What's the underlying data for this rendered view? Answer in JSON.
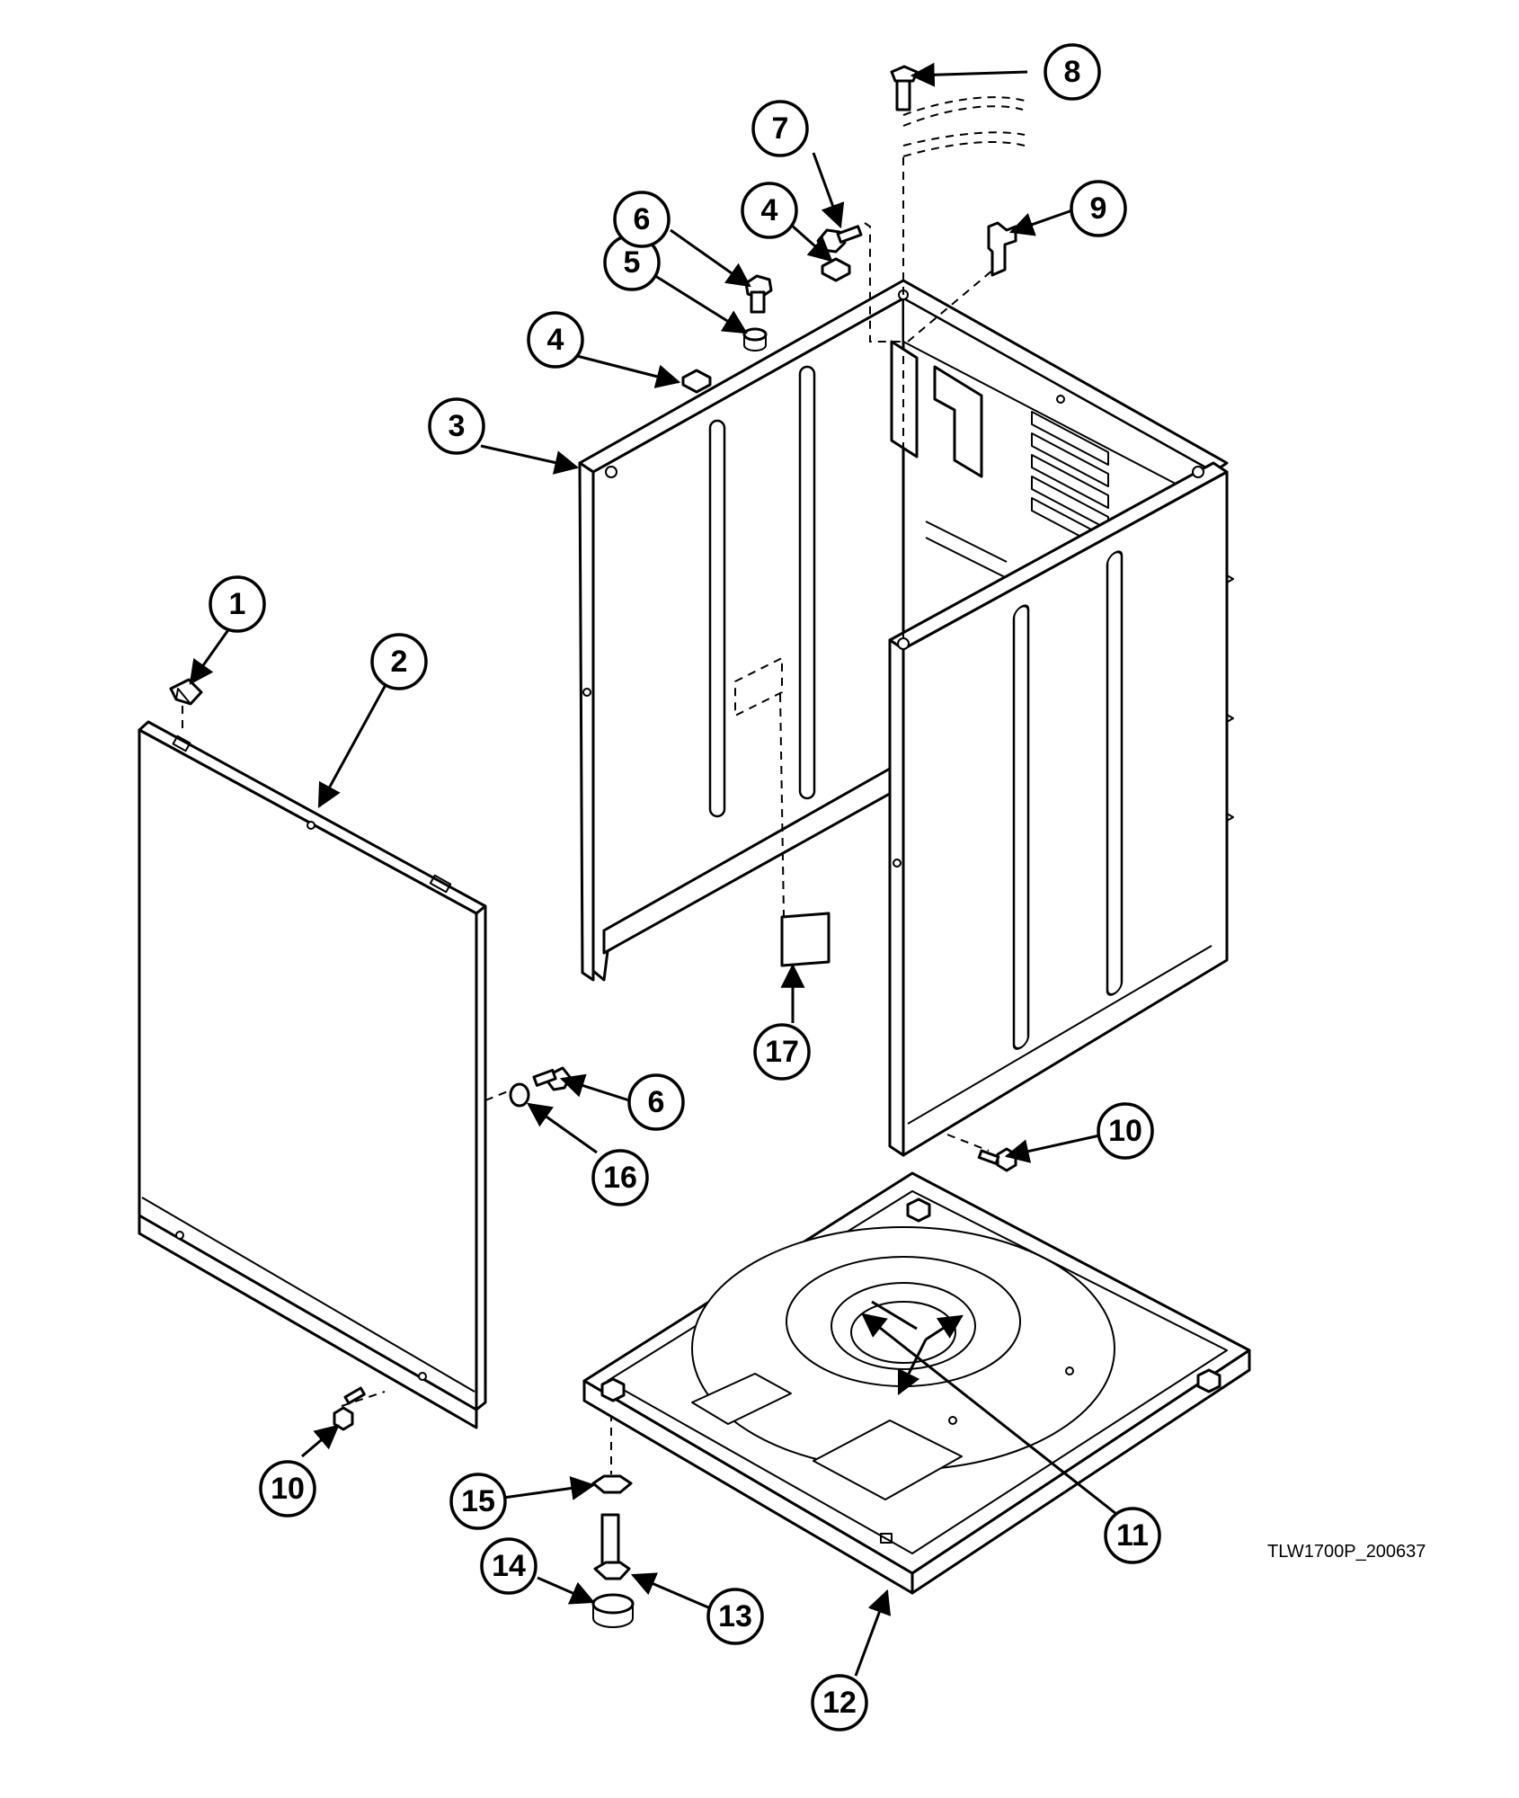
{
  "diagram": {
    "drawing_code": "TLW1700P_200637",
    "callouts": [
      {
        "id": "c1",
        "label": "1"
      },
      {
        "id": "c2",
        "label": "2"
      },
      {
        "id": "c3",
        "label": "3"
      },
      {
        "id": "c4a",
        "label": "4"
      },
      {
        "id": "c4b",
        "label": "4"
      },
      {
        "id": "c5",
        "label": "5"
      },
      {
        "id": "c6a",
        "label": "6"
      },
      {
        "id": "c6b",
        "label": "6"
      },
      {
        "id": "c7",
        "label": "7"
      },
      {
        "id": "c8",
        "label": "8"
      },
      {
        "id": "c9",
        "label": "9"
      },
      {
        "id": "c10a",
        "label": "10"
      },
      {
        "id": "c10b",
        "label": "10"
      },
      {
        "id": "c11",
        "label": "11"
      },
      {
        "id": "c12",
        "label": "12"
      },
      {
        "id": "c13",
        "label": "13"
      },
      {
        "id": "c14",
        "label": "14"
      },
      {
        "id": "c15",
        "label": "15"
      },
      {
        "id": "c16",
        "label": "16"
      },
      {
        "id": "c17",
        "label": "17"
      }
    ]
  }
}
